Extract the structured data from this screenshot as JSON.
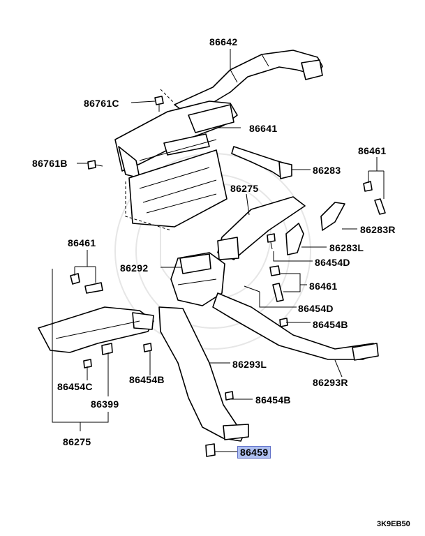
{
  "callouts": {
    "p86642": "86642",
    "p86761c": "86761C",
    "p86641": "86641",
    "p86761b": "86761B",
    "p86283": "86283",
    "p86461_right": "86461",
    "p86275_upper": "86275",
    "p86283r": "86283R",
    "p86461_left": "86461",
    "p86283l": "86283L",
    "p86454d_a": "86454D",
    "p86292": "86292",
    "p86461_mid": "86461",
    "p86454d_b": "86454D",
    "p86454b_a": "86454B",
    "p86293l": "86293L",
    "p86454c": "86454C",
    "p86454b_b": "86454B",
    "p86293r": "86293R",
    "p86399": "86399",
    "p86454b_c": "86454B",
    "p86275_lower": "86275",
    "p86459": "86459"
  },
  "highlight": {
    "color": "#aebff0",
    "part": "86459"
  },
  "drawing_code": "3K9EB50"
}
